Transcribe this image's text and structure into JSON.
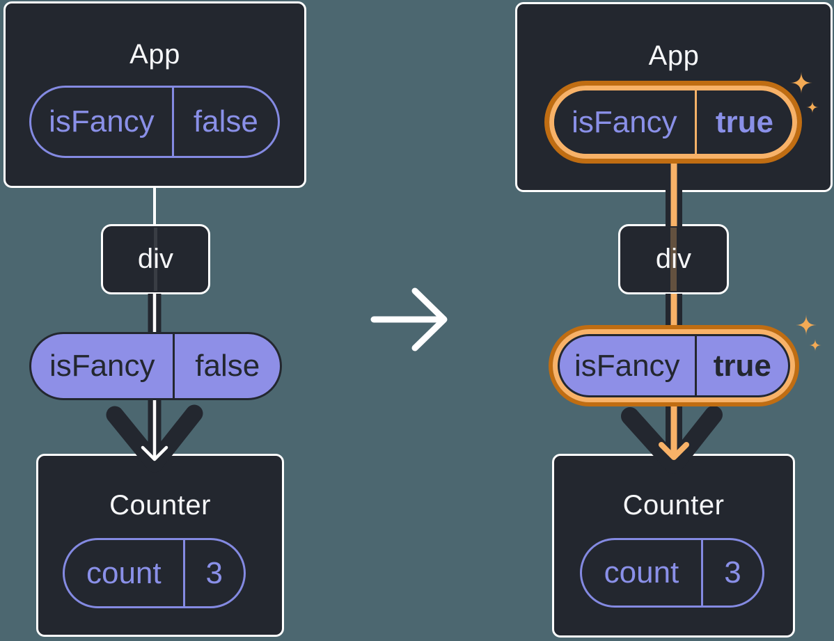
{
  "meaning": "React component tree diagram: App passes isFancy prop through div to Counter; before (false) and after (true, highlighted) states",
  "colors": {
    "background": "#4C6770",
    "box_fill": "#23272F",
    "box_border": "#FFFFFF",
    "purple_outline": "#848AE2",
    "purple_text": "#8A90E8",
    "purple_fill": "#8E8FE7",
    "dark_text": "#23272F",
    "light_text": "#F6F7F9",
    "orange_dark": "#C06D12",
    "orange_light": "#F8B268",
    "sparkle": "#F3AA55",
    "flow_dark": "#23272F",
    "flow_core_before": "#FFFFFF",
    "flow_core_after": "#F8B268"
  },
  "icons": {
    "transition": "arrow-right-icon",
    "highlight": "sparkles-icon"
  },
  "diagrams": [
    {
      "state": "before",
      "app": {
        "title": "App",
        "prop": {
          "key": "isFancy",
          "value": "false"
        }
      },
      "div_label": "div",
      "passed_prop": {
        "key": "isFancy",
        "value": "false"
      },
      "counter": {
        "title": "Counter",
        "state_pill": {
          "key": "count",
          "value": "3"
        }
      }
    },
    {
      "state": "after",
      "app": {
        "title": "App",
        "prop": {
          "key": "isFancy",
          "value": "true"
        }
      },
      "div_label": "div",
      "passed_prop": {
        "key": "isFancy",
        "value": "true"
      },
      "counter": {
        "title": "Counter",
        "state_pill": {
          "key": "count",
          "value": "3"
        }
      }
    }
  ]
}
